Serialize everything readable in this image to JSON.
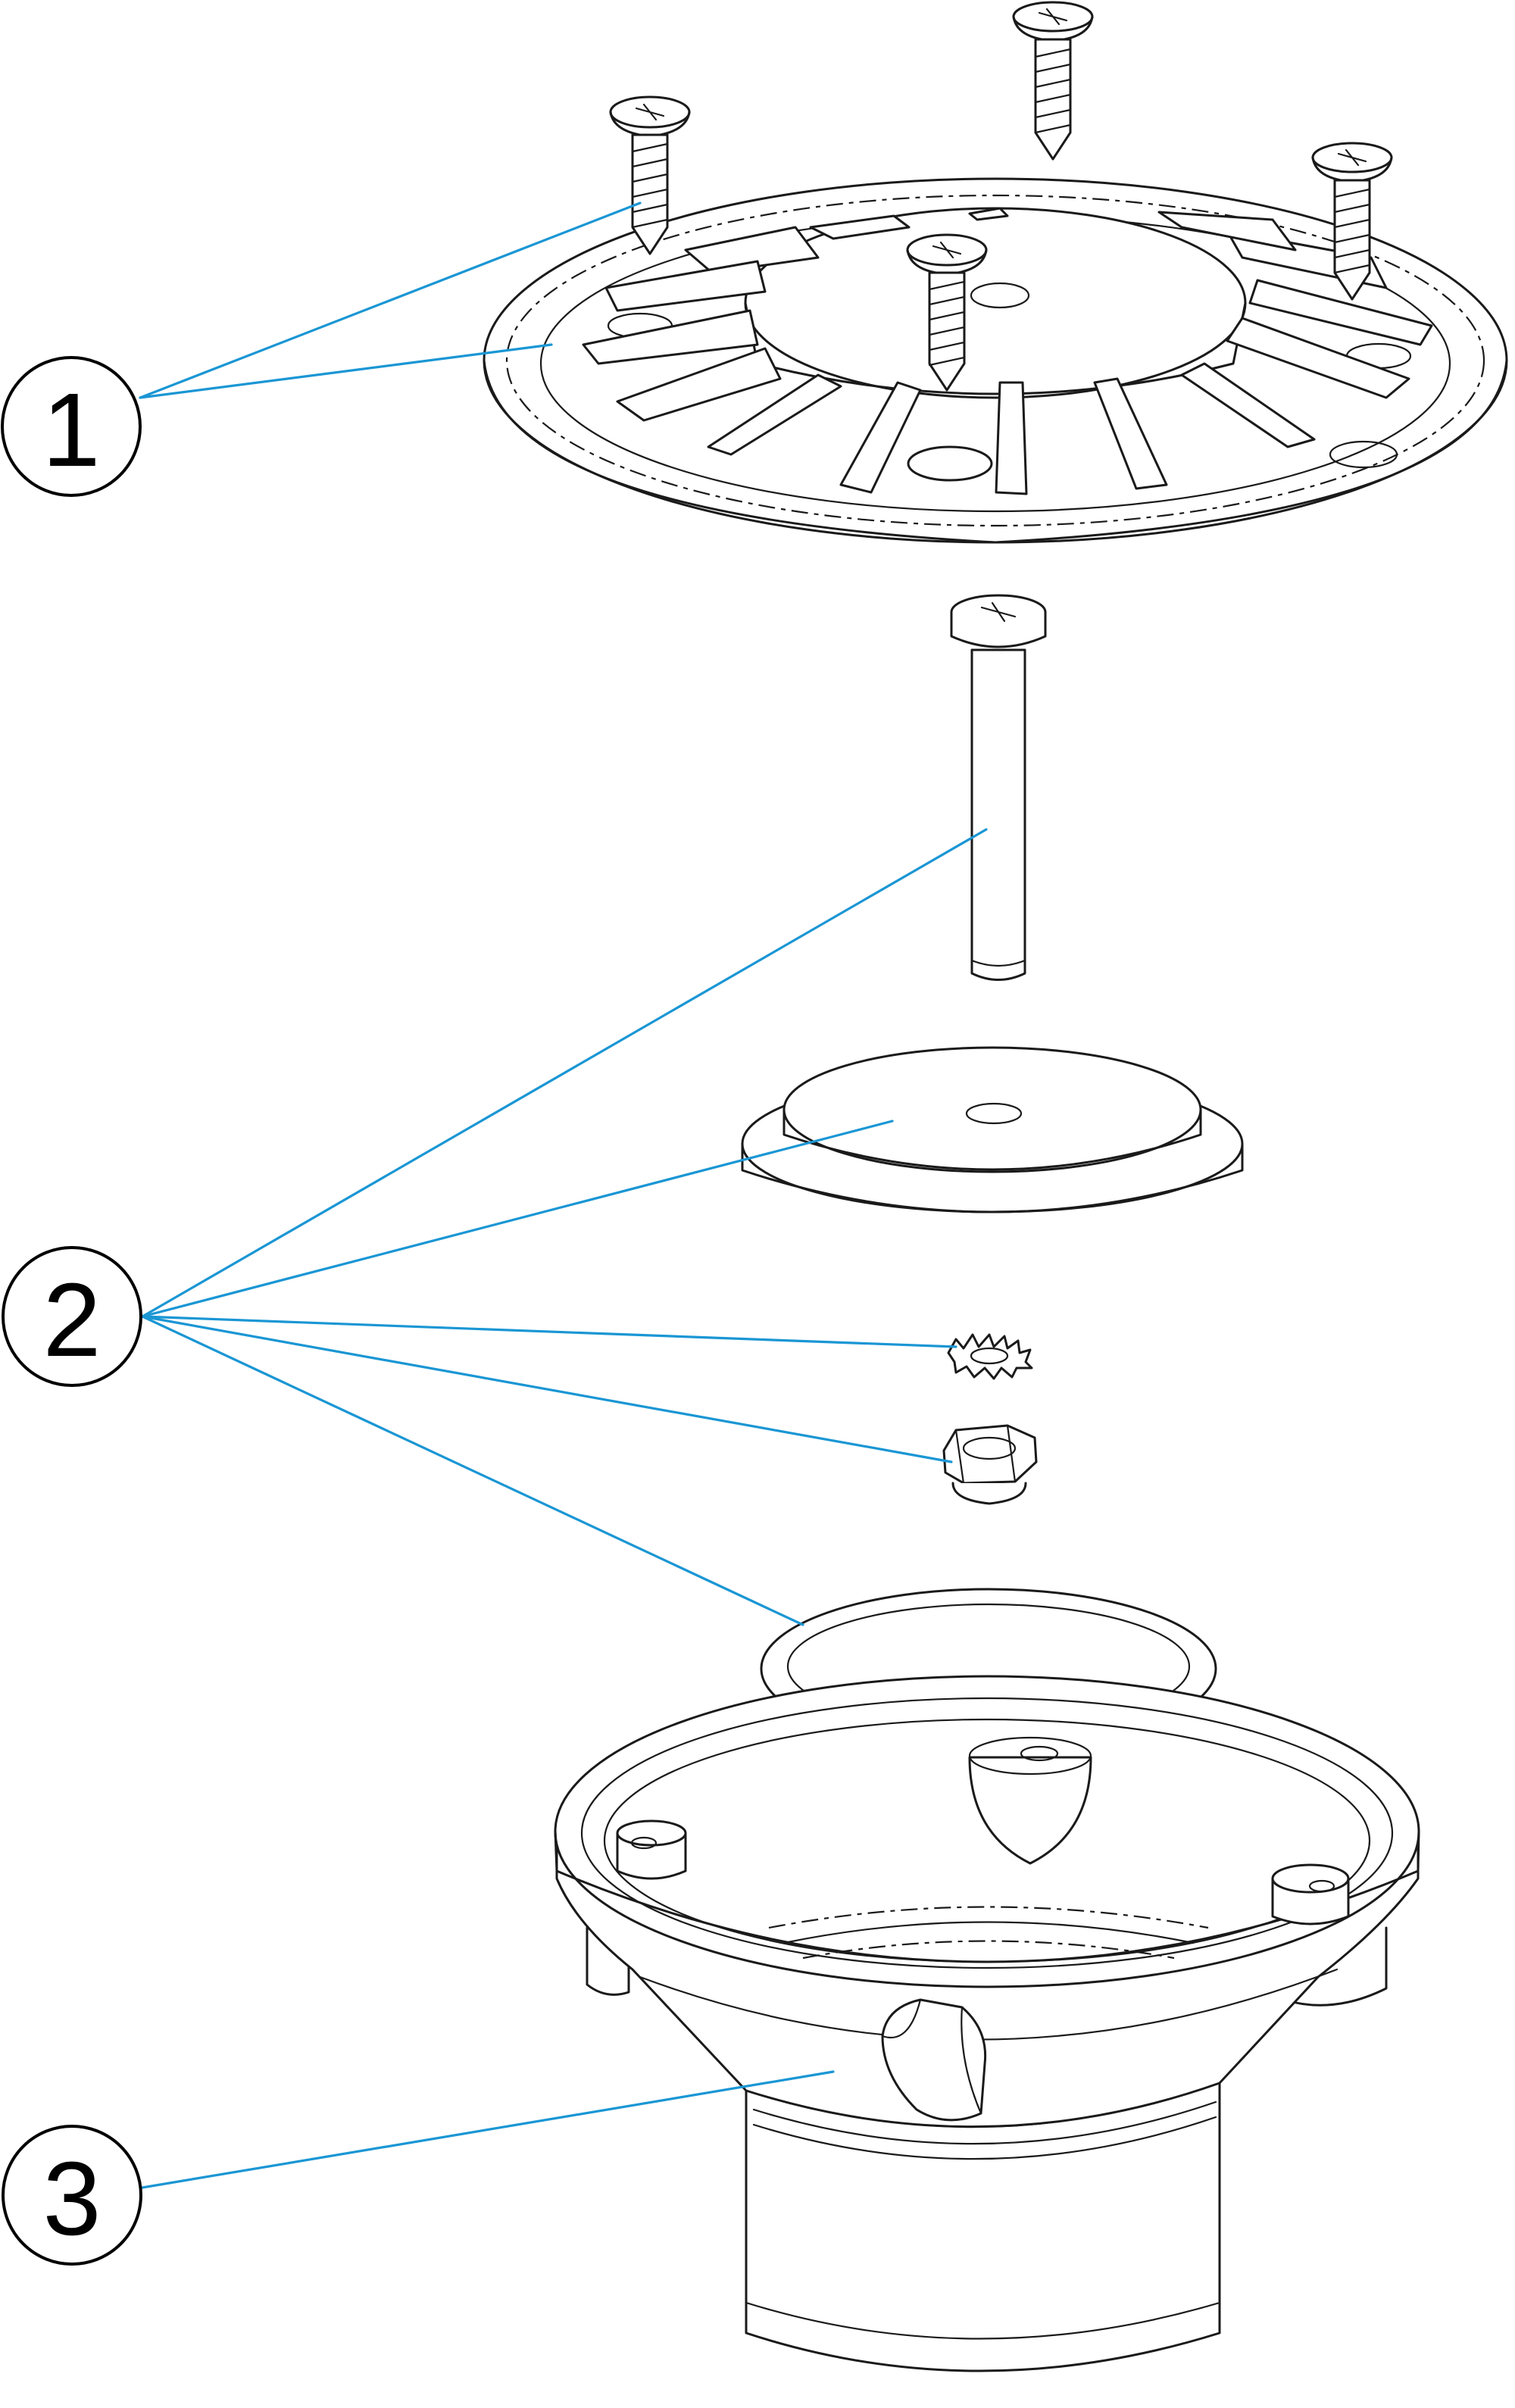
{
  "colors": {
    "line": "#1a1a1a",
    "leader": "#1a96d4",
    "background": "#ffffff"
  },
  "callouts": {
    "c1": {
      "label": "1"
    },
    "c2": {
      "label": "2"
    },
    "c3": {
      "label": "3"
    }
  }
}
